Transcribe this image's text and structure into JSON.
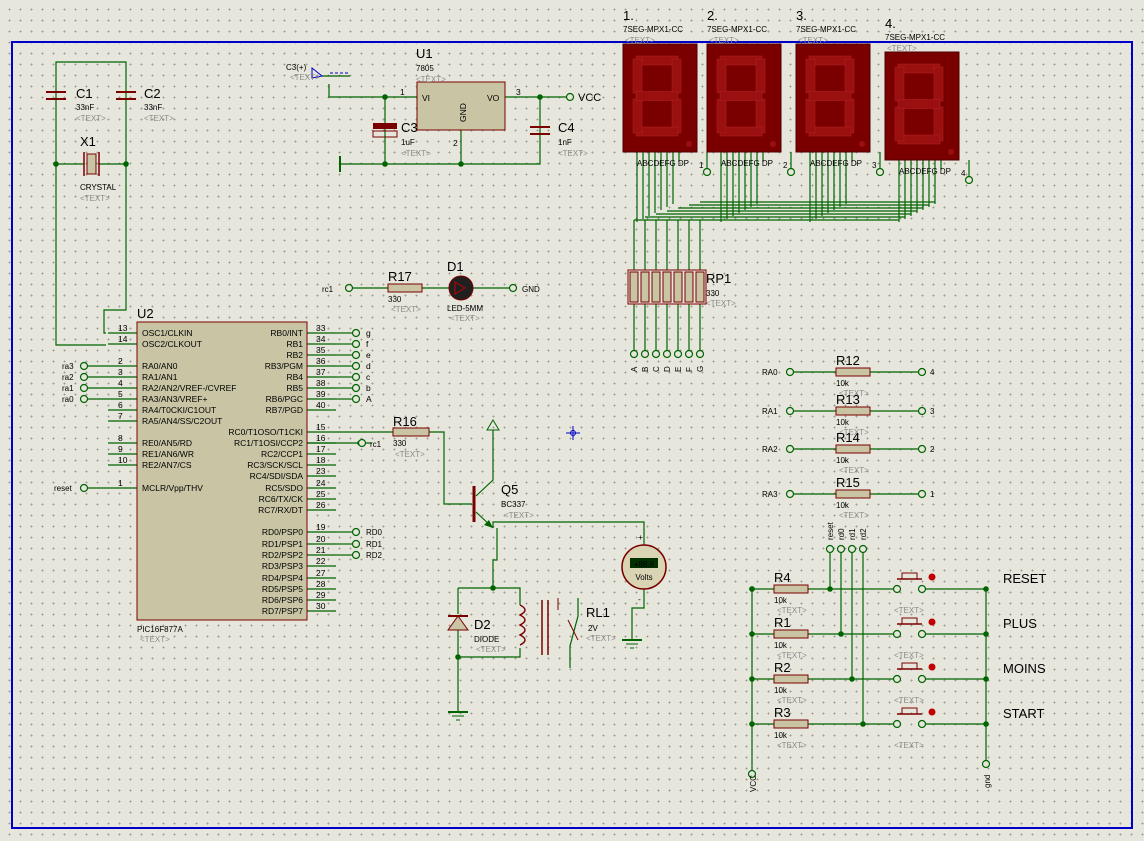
{
  "colors": {
    "wire": "#006400",
    "body": "#c8c4a4",
    "outline": "#7a0000",
    "seg_bg": "#7a0000",
    "seg_on": "#9a1010",
    "border": "#0000c8",
    "text_hint": "#8a8a8a"
  },
  "text_placeholder": "<TEXT>",
  "components": {
    "c1": {
      "ref": "C1",
      "value": "33nF"
    },
    "c2": {
      "ref": "C2",
      "value": "33nF"
    },
    "x1": {
      "ref": "X1",
      "value": "CRYSTAL"
    },
    "u1": {
      "ref": "U1",
      "value": "7805",
      "pin_vi": "VI",
      "pin_vo": "VO",
      "pin_gnd": "GND",
      "p1": "1",
      "p2": "2",
      "p3": "3"
    },
    "c3": {
      "ref": "C3",
      "value": "1uF"
    },
    "c4": {
      "ref": "C4",
      "value": "1nF"
    },
    "probe": {
      "ref": "C3(+)"
    },
    "r17": {
      "ref": "R17",
      "value": "330"
    },
    "d1": {
      "ref": "D1",
      "value": "LED-5MM"
    },
    "u2": {
      "ref": "U2",
      "value": "PIC16F877A"
    },
    "r16": {
      "ref": "R16",
      "value": "330"
    },
    "q5": {
      "ref": "Q5",
      "value": "BC337"
    },
    "d2": {
      "ref": "D2",
      "value": "DIODE"
    },
    "rl1": {
      "ref": "RL1",
      "value": "2V"
    },
    "voltmeter": {
      "display": "+88.8",
      "unit": "Volts",
      "plus": "+",
      "minus": "-"
    },
    "rp1": {
      "ref": "RP1",
      "value": "330"
    }
  },
  "displays": [
    {
      "ref": "1",
      "type": "7SEG-MPX1-CC",
      "pin": "1"
    },
    {
      "ref": "2",
      "type": "7SEG-MPX1-CC",
      "pin": "2"
    },
    {
      "ref": "3",
      "type": "7SEG-MPX1-CC",
      "pin": "3"
    },
    {
      "ref": "4",
      "type": "7SEG-MPX1-CC",
      "pin": "4"
    }
  ],
  "seg_pins": "ABCDEFG DP",
  "rp_labels": [
    "A",
    "B",
    "C",
    "D",
    "E",
    "F",
    "G"
  ],
  "pic_left_pins": [
    {
      "num": "13",
      "name": "OSC1/CLKIN",
      "net": ""
    },
    {
      "num": "14",
      "name": "OSC2/CLKOUT",
      "net": ""
    },
    {
      "num": "2",
      "name": "RA0/AN0",
      "net": "ra3"
    },
    {
      "num": "3",
      "name": "RA1/AN1",
      "net": "ra2"
    },
    {
      "num": "4",
      "name": "RA2/AN2/VREF-/CVREF",
      "net": "ra1"
    },
    {
      "num": "5",
      "name": "RA3/AN3/VREF+",
      "net": "ra0"
    },
    {
      "num": "6",
      "name": "RA4/T0CKI/C1OUT",
      "net": ""
    },
    {
      "num": "7",
      "name": "RA5/AN4/SS/C2OUT",
      "net": ""
    },
    {
      "num": "8",
      "name": "RE0/AN5/RD",
      "net": ""
    },
    {
      "num": "9",
      "name": "RE1/AN6/WR",
      "net": ""
    },
    {
      "num": "10",
      "name": "RE2/AN7/CS",
      "net": ""
    },
    {
      "num": "1",
      "name": "MCLR/Vpp/THV",
      "net": "reset"
    }
  ],
  "pic_right_pins": [
    {
      "num": "33",
      "name": "RB0/INT",
      "net": "g"
    },
    {
      "num": "34",
      "name": "RB1",
      "net": "f"
    },
    {
      "num": "35",
      "name": "RB2",
      "net": "e"
    },
    {
      "num": "36",
      "name": "RB3/PGM",
      "net": "d"
    },
    {
      "num": "37",
      "name": "RB4",
      "net": "c"
    },
    {
      "num": "38",
      "name": "RB5",
      "net": "b"
    },
    {
      "num": "39",
      "name": "RB6/PGC",
      "net": "A"
    },
    {
      "num": "40",
      "name": "RB7/PGD",
      "net": ""
    },
    {
      "num": "15",
      "name": "RC0/T1OSO/T1CKI",
      "net": ""
    },
    {
      "num": "16",
      "name": "RC1/T1OSI/CCP2",
      "net": "rc1"
    },
    {
      "num": "17",
      "name": "RC2/CCP1",
      "net": ""
    },
    {
      "num": "18",
      "name": "RC3/SCK/SCL",
      "net": ""
    },
    {
      "num": "23",
      "name": "RC4/SDI/SDA",
      "net": ""
    },
    {
      "num": "24",
      "name": "RC5/SDO",
      "net": ""
    },
    {
      "num": "25",
      "name": "RC6/TX/CK",
      "net": ""
    },
    {
      "num": "26",
      "name": "RC7/RX/DT",
      "net": ""
    },
    {
      "num": "19",
      "name": "RD0/PSP0",
      "net": "RD0"
    },
    {
      "num": "20",
      "name": "RD1/PSP1",
      "net": "RD1"
    },
    {
      "num": "21",
      "name": "RD2/PSP2",
      "net": "RD2"
    },
    {
      "num": "22",
      "name": "RD3/PSP3",
      "net": ""
    },
    {
      "num": "27",
      "name": "RD4/PSP4",
      "net": ""
    },
    {
      "num": "28",
      "name": "RD5/PSP5",
      "net": ""
    },
    {
      "num": "29",
      "name": "RD6/PSP6",
      "net": ""
    },
    {
      "num": "30",
      "name": "RD7/PSP7",
      "net": ""
    }
  ],
  "digit_resistors": [
    {
      "ref": "R12",
      "value": "10k",
      "in": "RA0",
      "out": "4"
    },
    {
      "ref": "R13",
      "value": "10k",
      "in": "RA1",
      "out": "3"
    },
    {
      "ref": "R14",
      "value": "10k",
      "in": "RA2",
      "out": "2"
    },
    {
      "ref": "R15",
      "value": "10k",
      "in": "RA3",
      "out": "1"
    }
  ],
  "button_nets": [
    "reset",
    "rd0",
    "rd1",
    "rd2"
  ],
  "buttons": [
    {
      "res": "R4",
      "value": "10k",
      "label": "RESET"
    },
    {
      "res": "R1",
      "value": "10k",
      "label": "PLUS"
    },
    {
      "res": "R2",
      "value": "10k",
      "label": "MOINS"
    },
    {
      "res": "R3",
      "value": "10k",
      "label": "START"
    }
  ],
  "nets": {
    "vcc": "VCC",
    "gnd": "GND",
    "rc1": "rc1",
    "vcc_low": "VCC",
    "gnd_low": "gnd"
  }
}
